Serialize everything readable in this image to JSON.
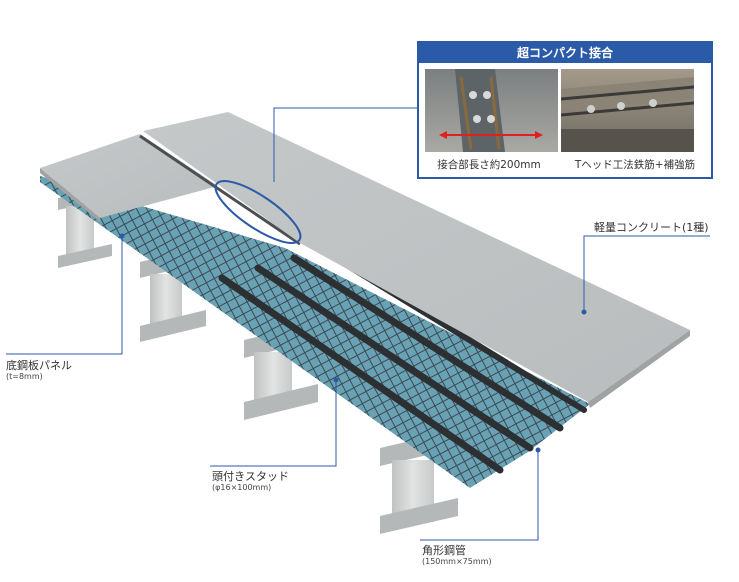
{
  "callout": {
    "title": "超コンパクト接合",
    "left_caption": "接合部長さ約200mm",
    "right_caption": "Tヘッド工法鉄筋+補強筋"
  },
  "labels": {
    "concrete": "軽量コンクリート(1種)",
    "steel_panel": "底鋼板パネル",
    "steel_panel_sub": "(t=8mm)",
    "stud": "頭付きスタッド",
    "stud_sub": "(φ16×100mm)",
    "tube": "角形鋼管",
    "tube_sub": "(150mm×75mm)"
  },
  "colors": {
    "accent": "#2b5aa8",
    "slab": "#c9cccd",
    "panel": "#6aa2b5",
    "girder": "#d2d4d4",
    "leader": "#2b5aa8"
  }
}
